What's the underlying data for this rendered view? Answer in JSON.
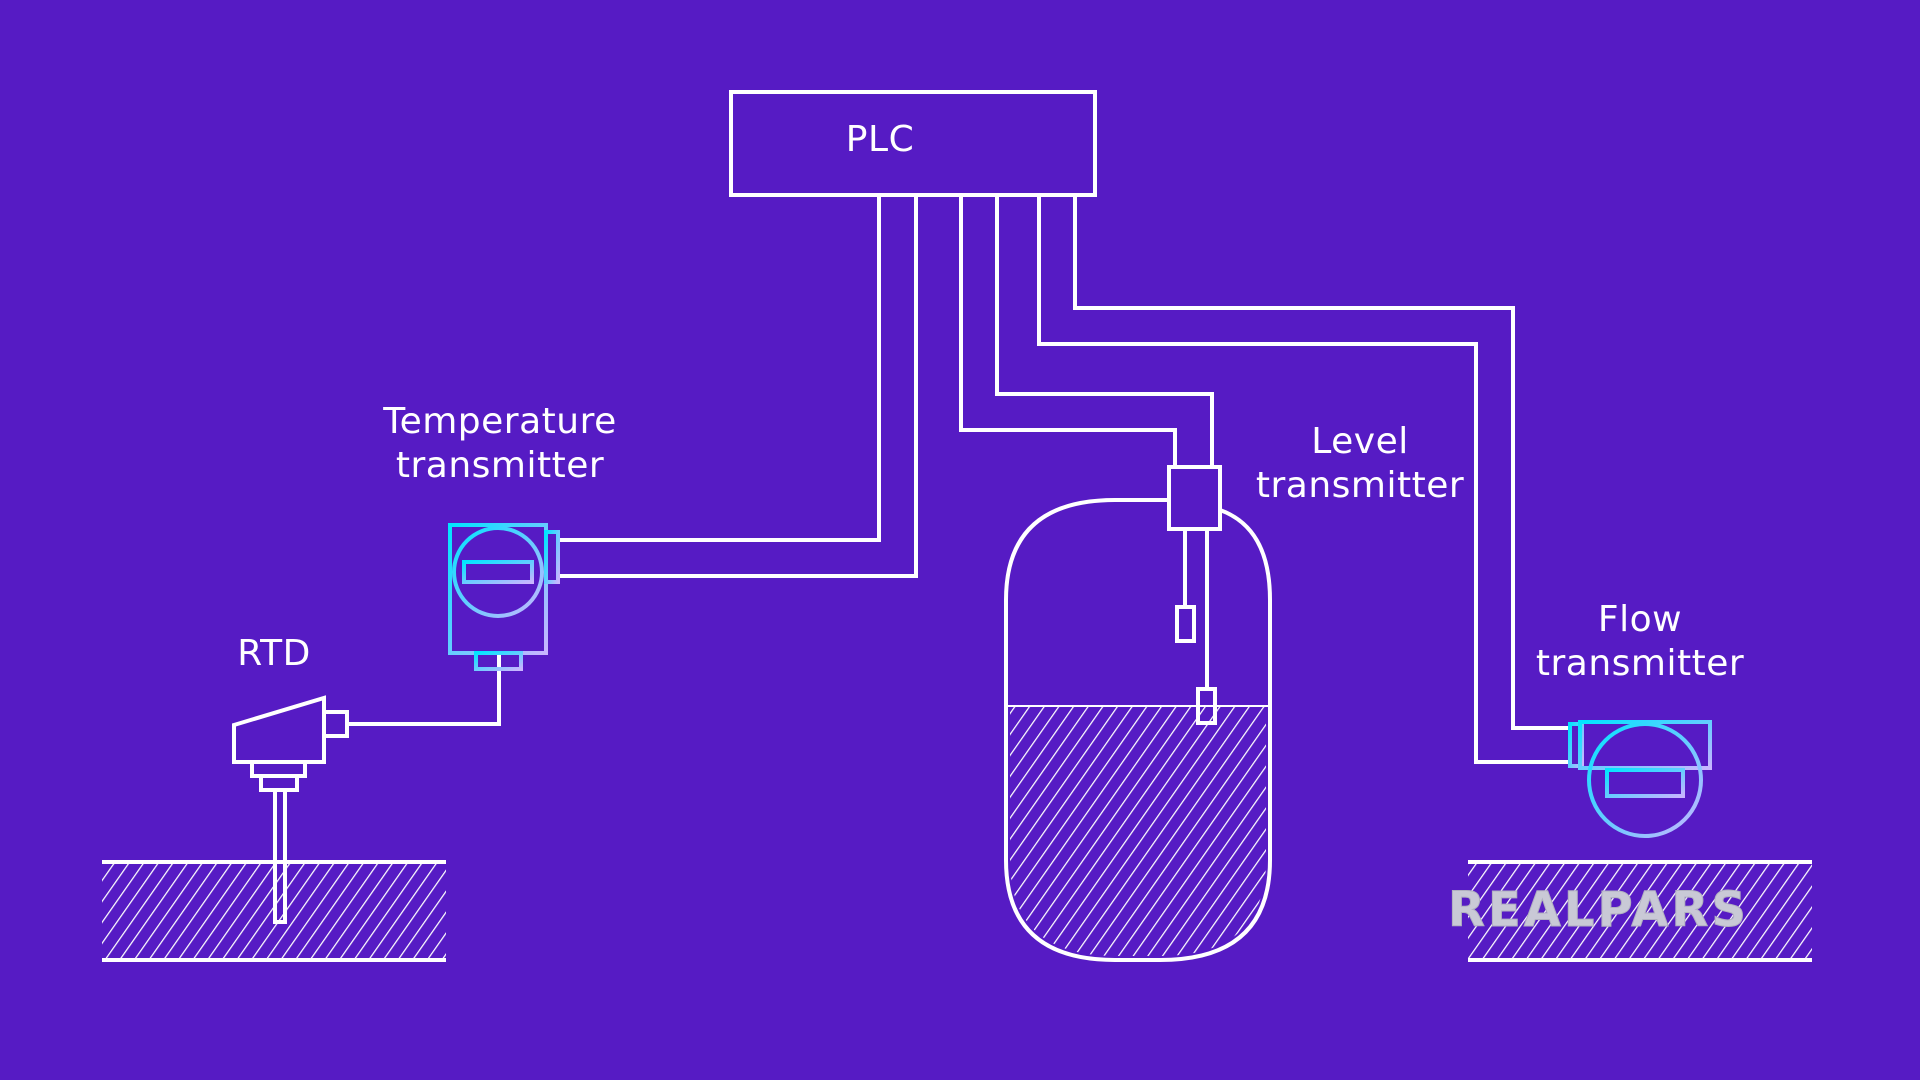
{
  "labels": {
    "plc": "PLC",
    "temperature_transmitter": "Temperature\ntransmitter",
    "level_transmitter": "Level\ntransmitter",
    "flow_transmitter": "Flow\ntransmitter",
    "rtd": "RTD"
  },
  "logo_text": "REALPARS",
  "colors": {
    "background": "#561bc4",
    "line": "#ffffff",
    "transmitter_gradient_start": "#00e5ff",
    "transmitter_gradient_end": "#c9b5ff"
  }
}
